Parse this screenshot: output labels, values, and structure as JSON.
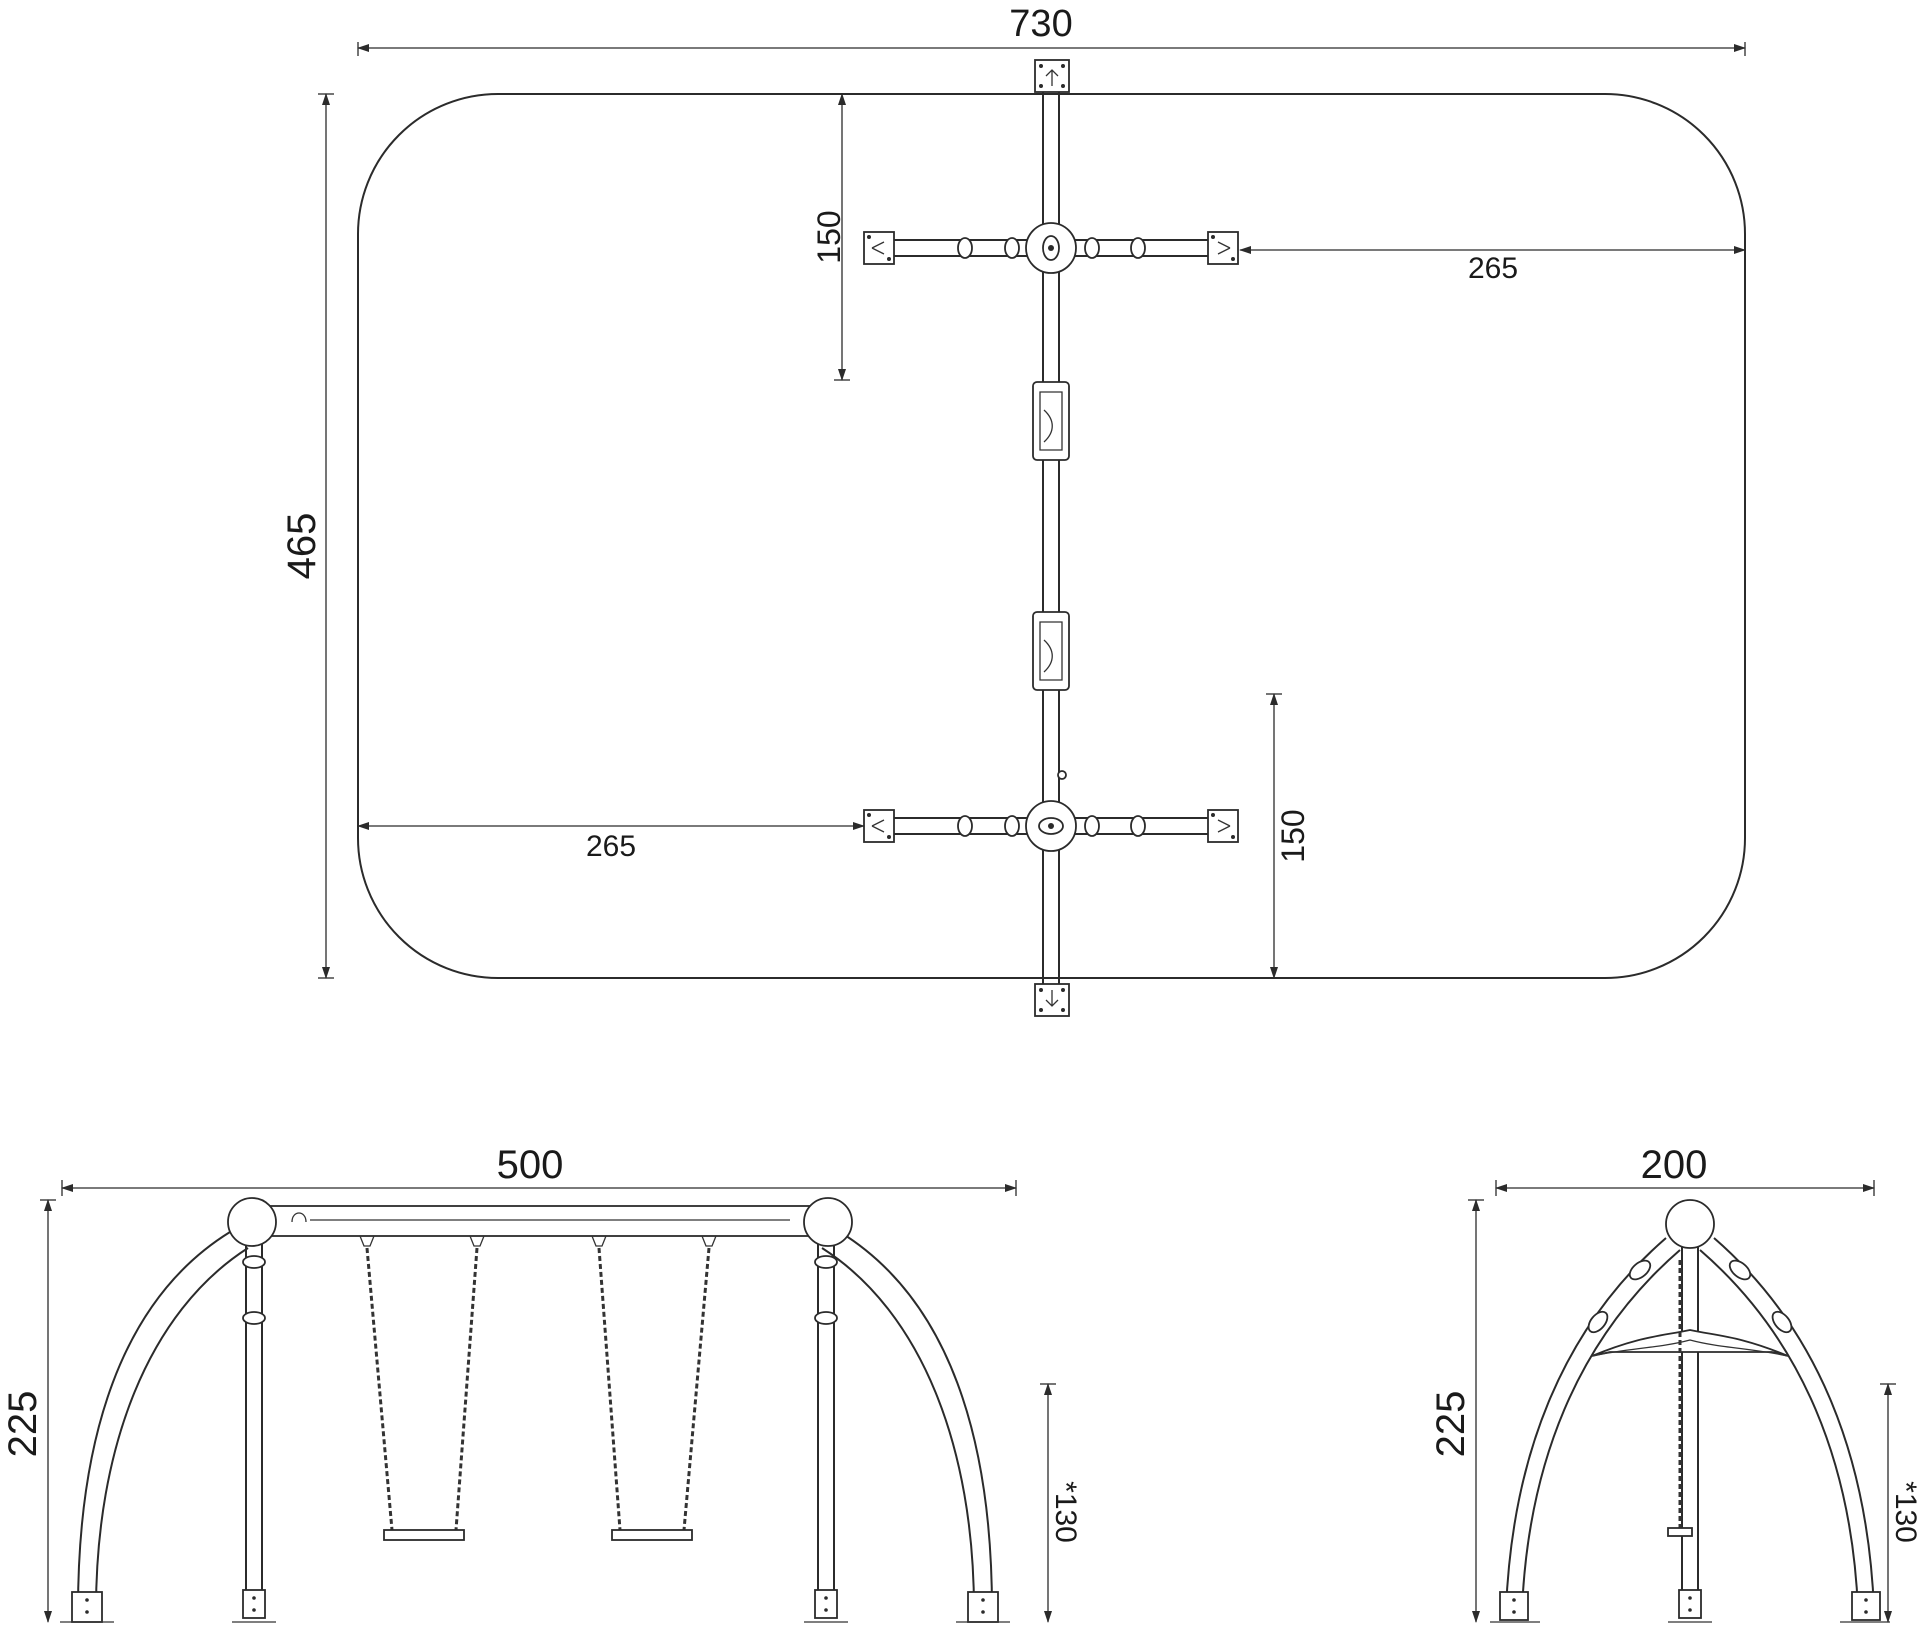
{
  "plan": {
    "width_label": "730",
    "depth_label": "465",
    "upper_offset_label": "150",
    "upper_reach_label": "265",
    "lower_reach_label": "265",
    "lower_offset_label": "150"
  },
  "front": {
    "width_label": "500",
    "height_label": "225",
    "seat_height_label": "*130"
  },
  "side": {
    "width_label": "200",
    "height_label": "225",
    "seat_height_label": "*130"
  }
}
